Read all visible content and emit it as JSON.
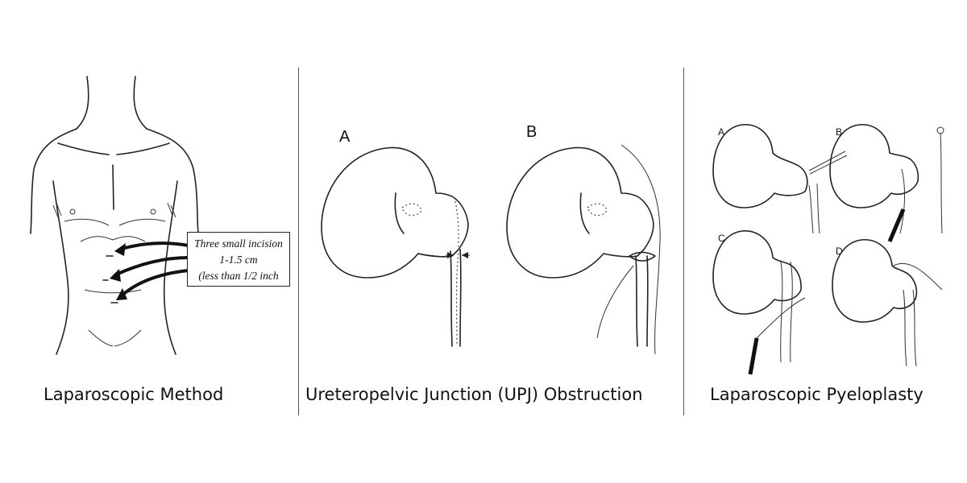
{
  "panels": [
    {
      "caption": "Laparoscopic Method",
      "note_lines": [
        "Three small incision",
        "1-1.5 cm",
        "(less than 1/2 inch"
      ]
    },
    {
      "caption": "Ureteropelvic Junction (UPJ) Obstruction",
      "letters": [
        "A",
        "B"
      ]
    },
    {
      "caption": "Laparoscopic Pyeloplasty",
      "letters": [
        "A",
        "B",
        "C",
        "D"
      ]
    }
  ]
}
